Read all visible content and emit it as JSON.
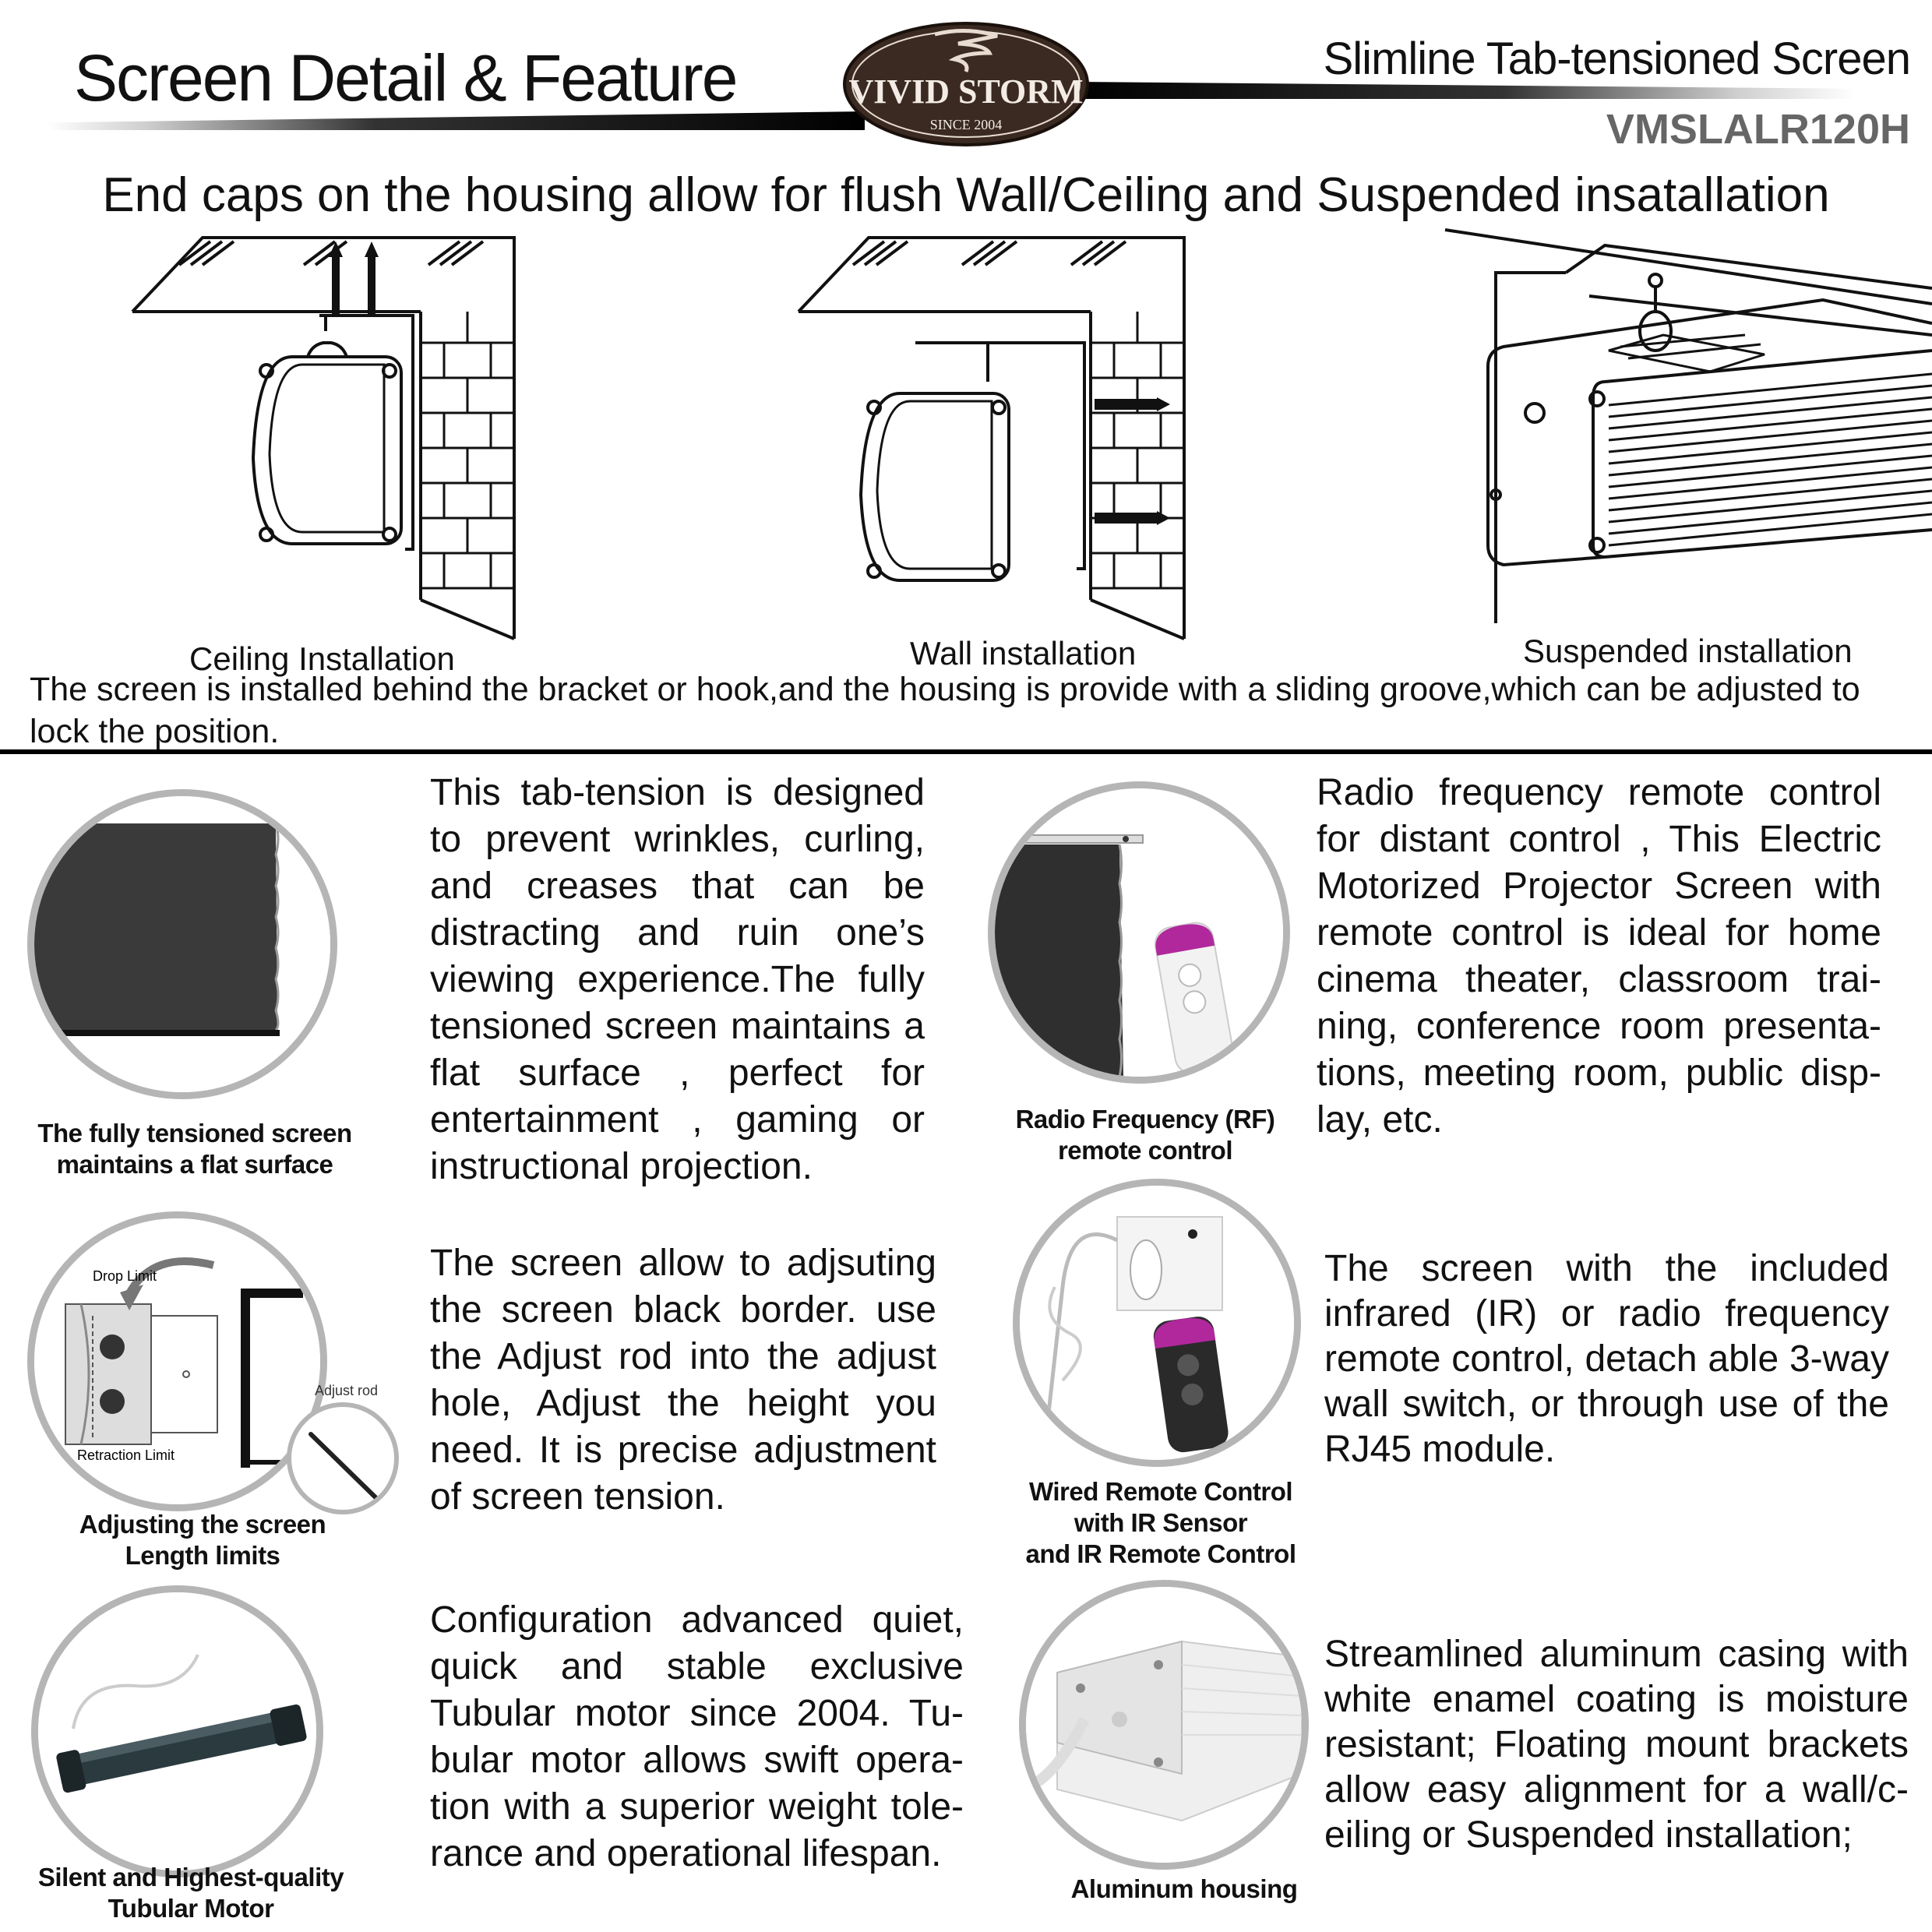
{
  "header": {
    "title": "Screen Detail & Feature",
    "product_line": "Slimline Tab-tensioned Screen",
    "model": "VMSLALR120H"
  },
  "logo": {
    "brand": "VIVID STORM",
    "since": "SINCE 2004"
  },
  "headline": "End caps on the housing allow for flush Wall/Ceiling and Suspended insatallation",
  "installations": [
    {
      "label": "Ceiling Installation"
    },
    {
      "label": "Wall installation"
    },
    {
      "label": "Suspended installation"
    }
  ],
  "installation_note": "The screen is installed behind the bracket or hook,and the housing is provide with a sliding groove,which can be adjusted to lock the position.",
  "features": {
    "tension": {
      "caption_line1": "The fully tensioned screen",
      "caption_line2": "maintains a flat surface",
      "text": "This tab-tension is designed to prevent wrinkles, curling, and creases that can be distracting and ruin one’s viewing experience.The fully tensioned screen maintains a flat surface , perfect for entertainment , gaming or instructional projection."
    },
    "rf_remote": {
      "caption_line1": "Radio Frequency (RF)",
      "caption_line2": "remote control",
      "text": "Radio frequency remote control for distant control , This Electric Motorized Projector Screen with remote control is ideal for home cinema theater, classroom trai-ning, conference room presenta-tions, meeting room, public disp-lay, etc."
    },
    "length_limits": {
      "caption_line1": "Adjusting the screen",
      "caption_line2": "Length limits",
      "label_drop": "Drop Limit",
      "label_retraction": "Retraction Limit",
      "label_rod": "Adjust rod",
      "text": "The screen allow to adjsuting the screen black border. use the Adjust rod into the adjust hole, Adjust the height you need. It is precise adjustment of screen tension."
    },
    "wired_remote": {
      "caption_line1": "Wired Remote Control",
      "caption_line2": "with IR Sensor",
      "caption_line3": "and IR Remote Control",
      "text": "The screen with the included infrared (IR) or radio frequency remote control, detach able 3-way wall switch, or through use of the RJ45 module."
    },
    "motor": {
      "caption_line1": "Silent and Highest-quality",
      "caption_line2": "Tubular Motor",
      "text": "Configuration advanced quiet, quick and stable exclusive Tubular motor since 2004. Tu-bular motor allows swift opera-tion with a superior weight tole-rance and operational lifespan."
    },
    "housing": {
      "caption_line1": "Aluminum housing",
      "text": "Streamlined aluminum casing with white enamel coating is moisture resistant; Floating mount brackets allow easy alignment for a wall/c-eiling or Suspended installation;"
    }
  },
  "colors": {
    "text": "#111111",
    "circle_border": "#b5b5b5",
    "model_text": "#666666",
    "logo_bg": "#3a2a22",
    "remote_accent": "#b0289c"
  }
}
